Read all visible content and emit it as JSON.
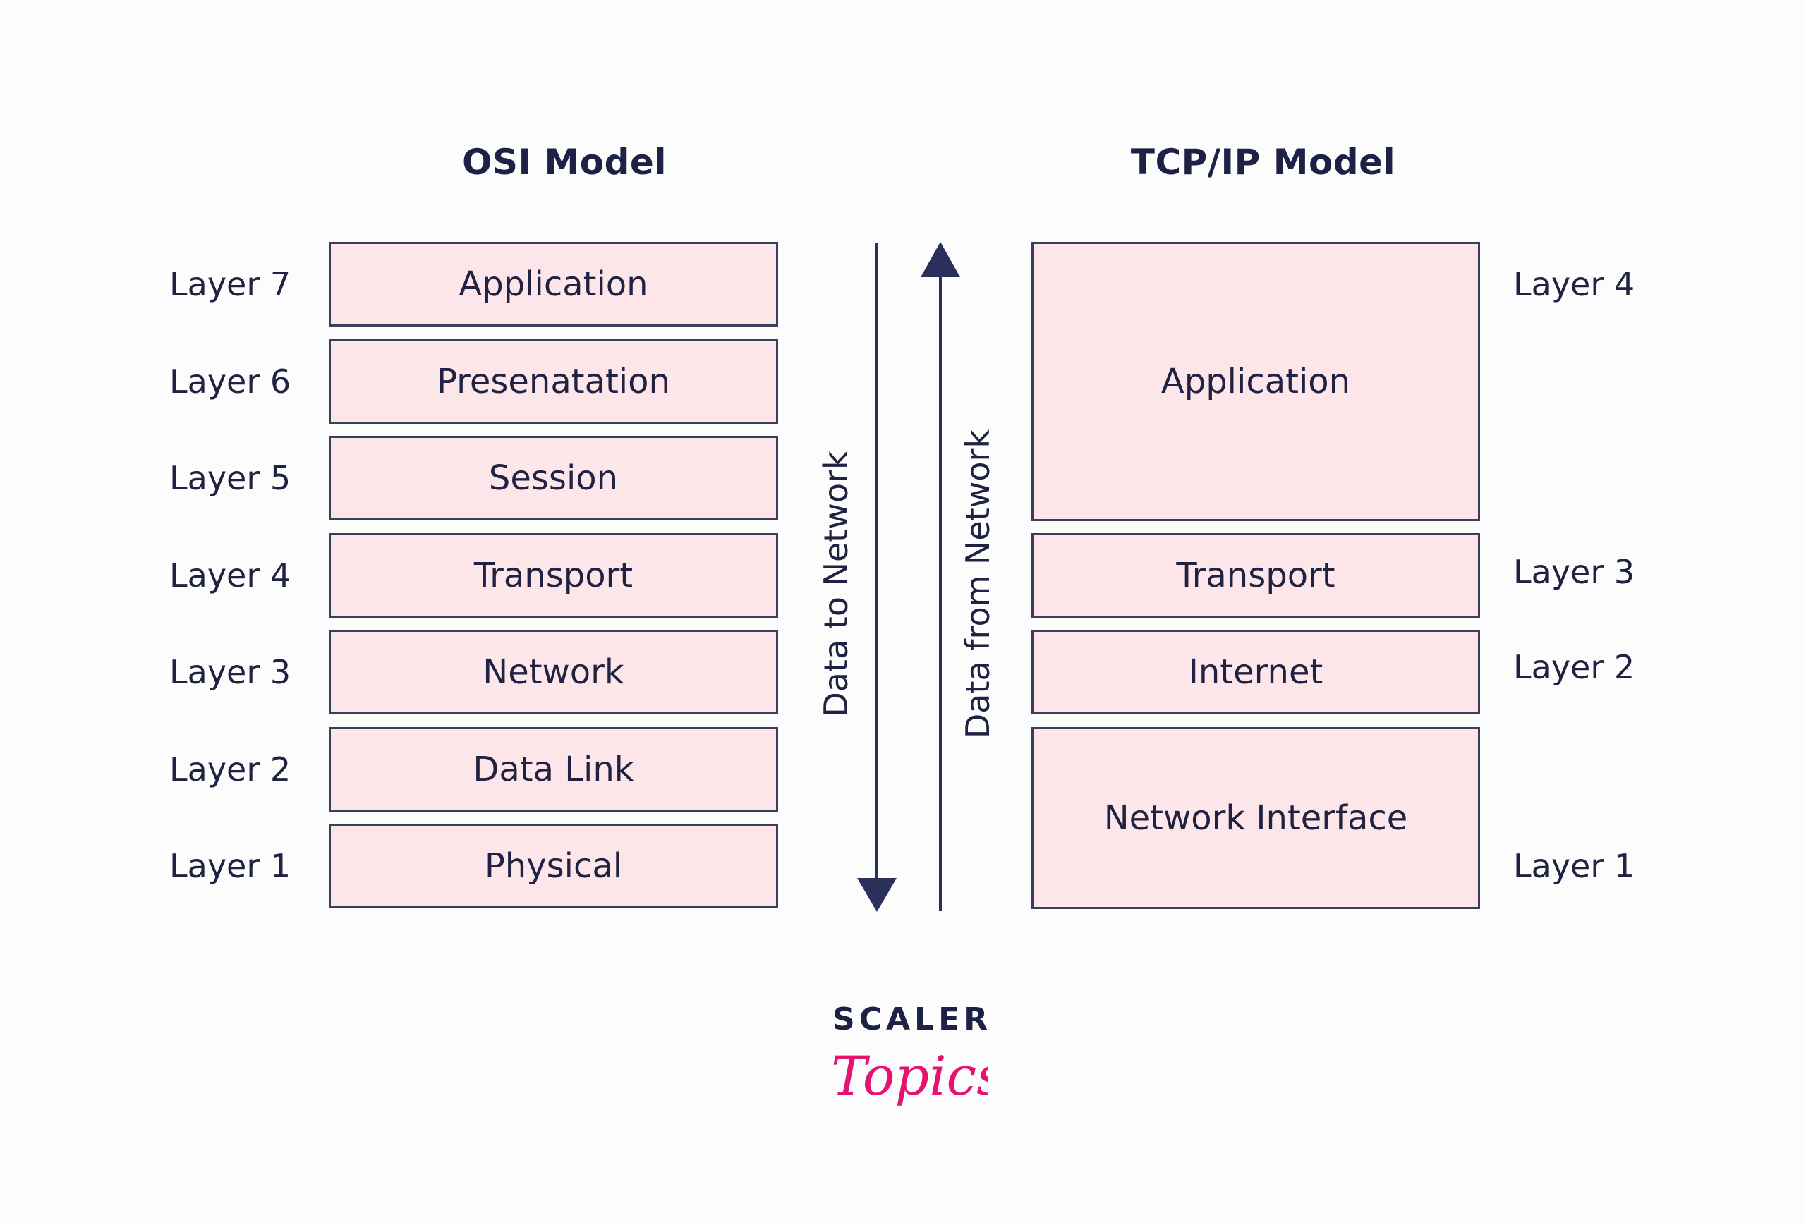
{
  "osi": {
    "title": "OSI Model",
    "layers": [
      {
        "label": "Layer 7",
        "name": "Application"
      },
      {
        "label": "Layer 6",
        "name": "Presenatation"
      },
      {
        "label": "Layer 5",
        "name": "Session"
      },
      {
        "label": "Layer 4",
        "name": "Transport"
      },
      {
        "label": "Layer 3",
        "name": "Network"
      },
      {
        "label": "Layer 2",
        "name": "Data Link"
      },
      {
        "label": "Layer 1",
        "name": "Physical"
      }
    ]
  },
  "tcpip": {
    "title": "TCP/IP Model",
    "layers": [
      {
        "label": "Layer 4",
        "name": "Application"
      },
      {
        "label": "Layer 3",
        "name": "Transport"
      },
      {
        "label": "Layer 2",
        "name": "Internet"
      },
      {
        "label": "Layer 1",
        "name": "Network Interface"
      }
    ]
  },
  "arrows": {
    "down_label": "Data to Network",
    "up_label": "Data from Network"
  },
  "logo": {
    "line1": "SCALER",
    "line2": "Topics"
  },
  "colors": {
    "box_fill": "#fde6ea",
    "box_border": "#3b3f5c",
    "arrow": "#2b2f5c",
    "text": "#1f2240",
    "logo_accent": "#e5126f"
  }
}
